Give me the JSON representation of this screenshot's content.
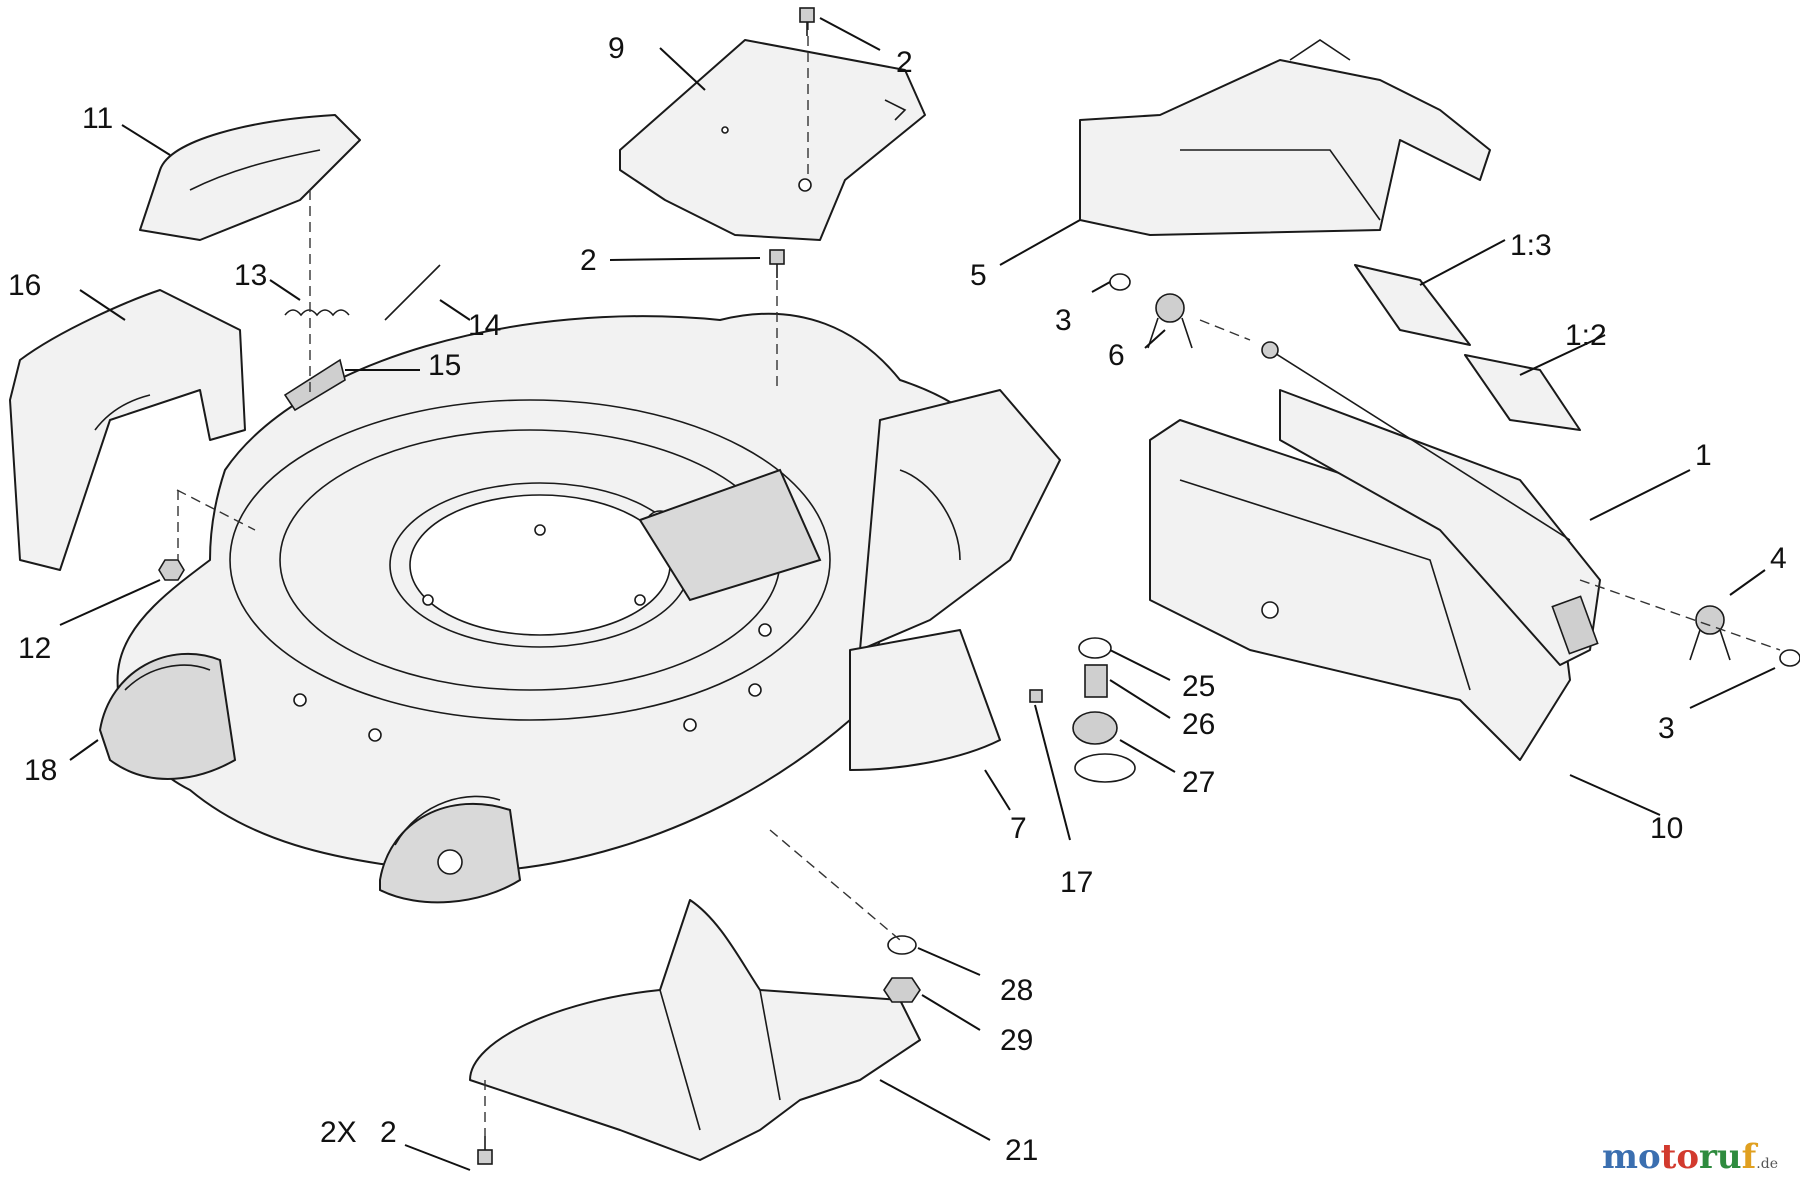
{
  "callouts": {
    "c1": "1",
    "c2a": "2",
    "c2b": "2",
    "c2c": "2",
    "c2x": "2X",
    "c3a": "3",
    "c3b": "3",
    "c4": "4",
    "c5": "5",
    "c6": "6",
    "c7": "7",
    "c9": "9",
    "c10": "10",
    "c11": "11",
    "c12": "12",
    "c13": "13",
    "c14": "14",
    "c15": "15",
    "c16": "16",
    "c17": "17",
    "c18": "18",
    "c21": "21",
    "c25": "25",
    "c26": "26",
    "c27": "27",
    "c28": "28",
    "c29": "29",
    "c13_1": "1:3",
    "c12_1": "1:2"
  },
  "watermark": {
    "brand": "motoruf",
    "parts": [
      "mo",
      "to",
      "ru",
      "f"
    ],
    "tld": ".de"
  }
}
